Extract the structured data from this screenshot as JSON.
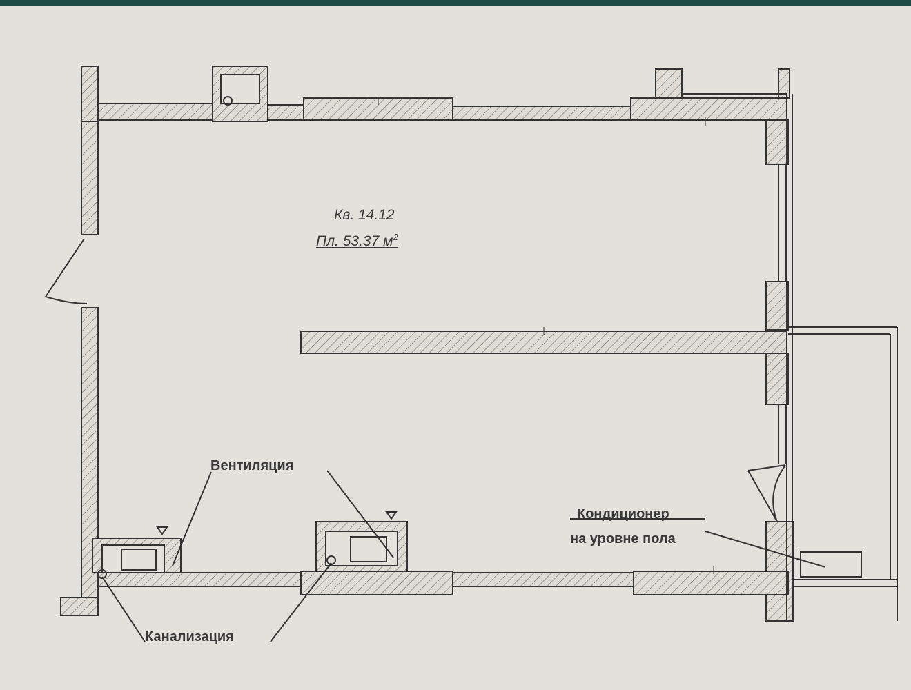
{
  "colors": {
    "paper": "#e2e1dc",
    "ink": "#333333",
    "wall_fill": "#dedcd5",
    "top_bar": "#1d4a45"
  },
  "apartment": {
    "number_label": "Кв. 14.12",
    "area_label": "Пл. 53.37 м",
    "area_unit_power": "2"
  },
  "labels": {
    "ventilation": "Вентиляция",
    "sewerage": "Канализация",
    "ac_line1": "Кондиционер",
    "ac_line2": "на уровне пола"
  }
}
